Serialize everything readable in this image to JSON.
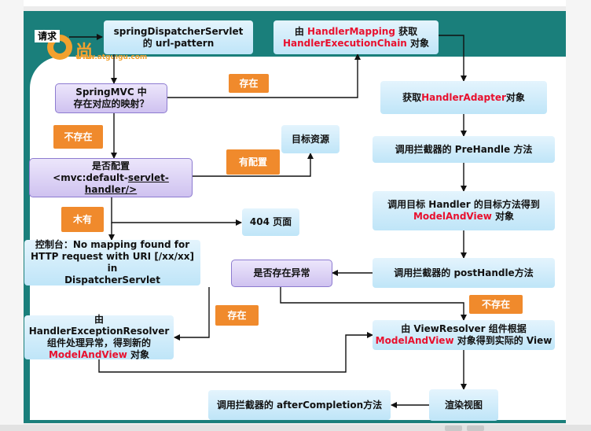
{
  "logo": {
    "brand": "尚",
    "url": "www.atguigu.com"
  },
  "nodes": {
    "request": "请求",
    "dispatcher": [
      "springDispatcherServlet",
      "的 url-pattern"
    ],
    "handler_mapping": {
      "prefix": "由 ",
      "name": "HandlerMapping",
      "mid": " 获取",
      "chain": "HandlerExecutionChain",
      "suffix": " 对象"
    },
    "springmvc_check": [
      "SpringMVC 中",
      "存在对应的映射？"
    ],
    "target_resource": "目标资源",
    "config_check": {
      "line1": "是否配置",
      "line2a": "<mvc:default-",
      "line2b": "servlet-",
      "line3": "handler/>"
    },
    "page_404": "404 页面",
    "console": [
      "控制台：No mapping found for",
      "HTTP request with URI [/xx/xx] in",
      "DispatcherServlet"
    ],
    "adapter": {
      "prefix": "获取 ",
      "name": "HandlerAdapter",
      "suffix": "对象"
    },
    "prehandle": "调用拦截器的 PreHandle 方法",
    "invoke_handler": {
      "line1": "调用目标 Handler 的目标方法得到",
      "name": "ModelAndView",
      "suffix": " 对象"
    },
    "posthandle": "调用拦截器的 postHandle方法",
    "exception_check": "是否存在异常",
    "exception_resolver": {
      "line1": "由 HandlerExceptionResolver",
      "line2": "组件处理异常，得到新的",
      "name": "ModelAndView",
      "suffix": " 对象"
    },
    "view_resolver": {
      "line1": "由 ViewResolver 组件根据",
      "name": "ModelAndView",
      "suffix": " 对象得到实际的 View"
    },
    "render": "渲染视图",
    "after_completion": "调用拦截器的 afterCompletion方法"
  },
  "labels": {
    "exists": "存在",
    "not_exists": "不存在",
    "configured": "有配置",
    "none": "木有",
    "exists2": "存在",
    "not_exists2": "不存在"
  },
  "colors": {
    "teal": "#1a7f7b",
    "orange": "#f08a2c",
    "red": "#e8102e",
    "purple_border": "#8d7bd0"
  }
}
